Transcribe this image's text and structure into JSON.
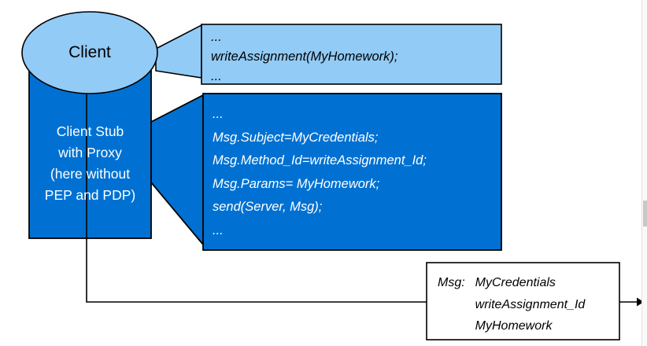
{
  "colors": {
    "light_blue": "#92CBF6",
    "dark_blue": "#0071D2",
    "outline": "#000000"
  },
  "client": {
    "label": "Client"
  },
  "client_stub": {
    "lines": [
      "Client Stub",
      "with Proxy",
      "(here without",
      "PEP and PDP)"
    ]
  },
  "client_code_callout": {
    "lines": [
      "...",
      "writeAssignment(MyHomework);",
      "..."
    ]
  },
  "stub_code_callout": {
    "lines": [
      "...",
      "Msg.Subject=MyCredentials;",
      "Msg.Method_Id=writeAssignment_Id;",
      "Msg.Params= MyHomework;",
      "send(Server, Msg);",
      "..."
    ]
  },
  "message_box": {
    "label": "Msg:",
    "values": [
      "MyCredentials",
      "writeAssignment_Id",
      "MyHomework"
    ]
  }
}
